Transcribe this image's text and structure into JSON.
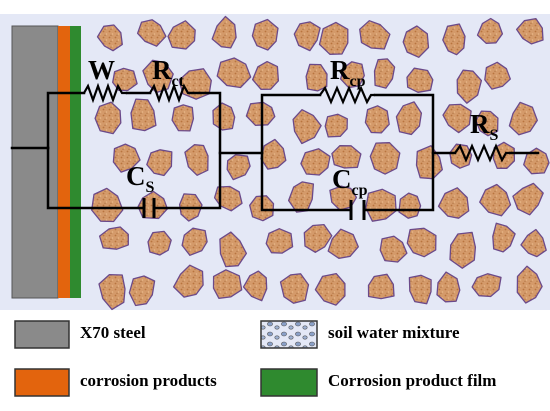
{
  "diagram": {
    "components": {
      "warburg": "W",
      "charge_transfer_resistance": {
        "base": "R",
        "sub": "ct"
      },
      "surface_capacitance": {
        "base": "C",
        "sub": "S"
      },
      "corrosion_product_resistance": {
        "base": "R",
        "sub": "cp"
      },
      "corrosion_product_capacitance": {
        "base": "C",
        "sub": "cp"
      },
      "soil_resistance": {
        "base": "R",
        "sub": "S"
      }
    }
  },
  "legend": [
    {
      "label": "X70 steel",
      "color": "#8a8a8a"
    },
    {
      "label": "soil water mixture",
      "color": "#e4e8f6"
    },
    {
      "label": "corrosion products",
      "color": "#e3640d"
    },
    {
      "label": "Corrosion product film",
      "color": "#2f8a2f"
    }
  ],
  "colors": {
    "soil_background": "#e4e8f6",
    "soil_particle": "#d49a6a",
    "particle_outline": "#6b4a8a",
    "steel": "#8a8a8a",
    "corrosion_products": "#e3640d",
    "corrosion_film": "#2f8a2f"
  }
}
